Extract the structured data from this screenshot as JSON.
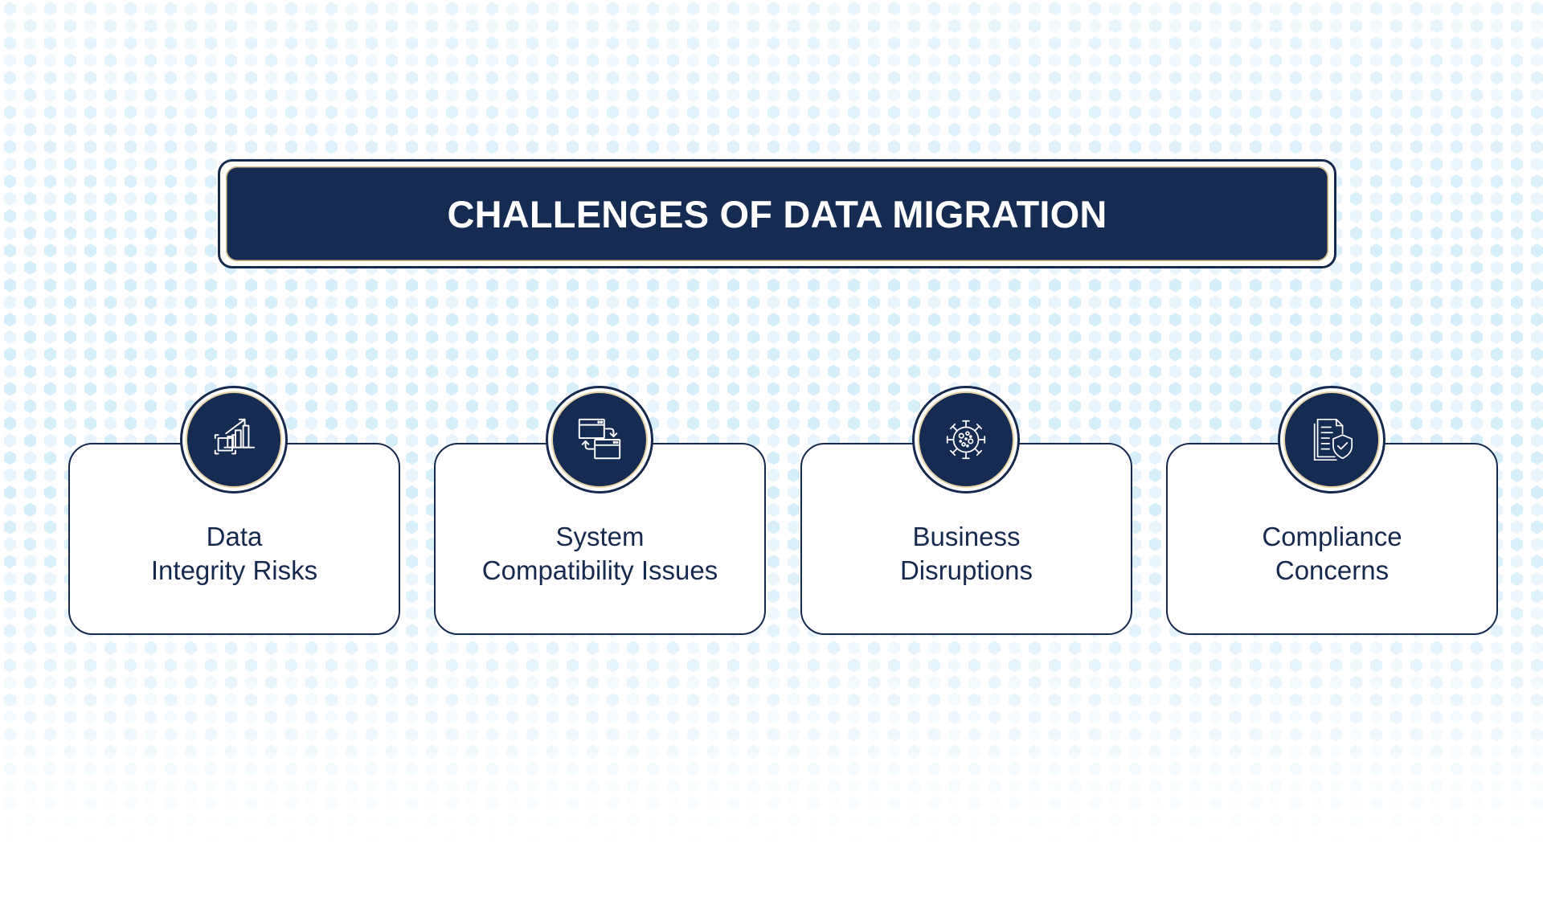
{
  "title": "CHALLENGES OF DATA MIGRATION",
  "colors": {
    "navy": "#162b51",
    "border_navy": "#16294f",
    "gold_accent": "#d9c18d",
    "hex_pattern": "#d6eefa",
    "card_background": "#ffffff",
    "title_text": "#ffffff"
  },
  "cards": [
    {
      "icon": "chart-growth-icon",
      "line1": "Data",
      "line2": "Integrity Risks"
    },
    {
      "icon": "system-sync-icon",
      "line1": "System",
      "line2": "Compatibility Issues"
    },
    {
      "icon": "virus-icon",
      "line1": "Business",
      "line2": "Disruptions"
    },
    {
      "icon": "document-shield-icon",
      "line1": "Compliance",
      "line2": "Concerns"
    }
  ]
}
